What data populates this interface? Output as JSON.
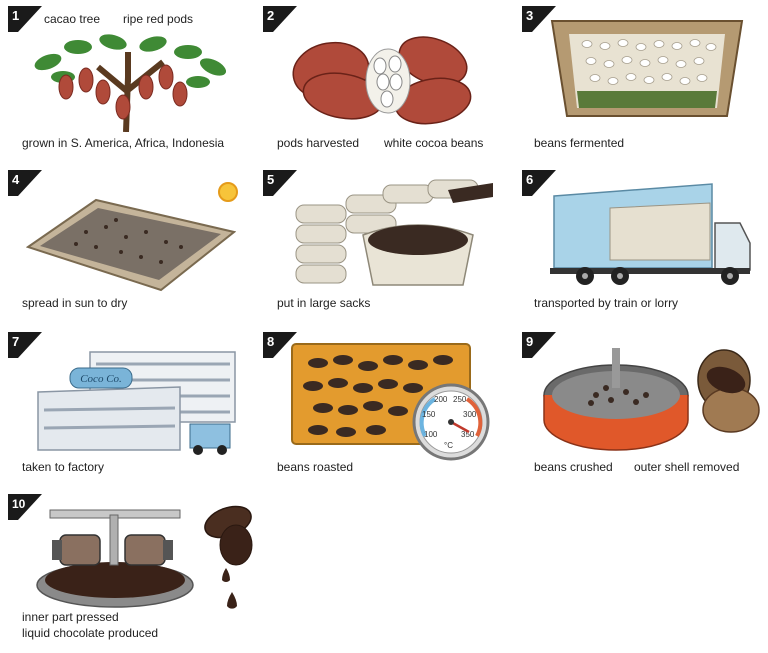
{
  "steps": [
    {
      "number": "1",
      "captions": [
        "cacao tree",
        "ripe red pods",
        "grown in S. America, Africa, Indonesia"
      ]
    },
    {
      "number": "2",
      "captions": [
        "pods harvested",
        "white cocoa beans"
      ]
    },
    {
      "number": "3",
      "captions": [
        "beans fermented"
      ]
    },
    {
      "number": "4",
      "captions": [
        "spread in sun to dry"
      ]
    },
    {
      "number": "5",
      "captions": [
        "put in large sacks"
      ]
    },
    {
      "number": "6",
      "captions": [
        "transported by train or lorry"
      ]
    },
    {
      "number": "7",
      "captions": [
        "taken to factory"
      ],
      "sign": "Coco Co."
    },
    {
      "number": "8",
      "captions": [
        "beans roasted"
      ],
      "gauge": [
        "100",
        "150",
        "200",
        "250",
        "300",
        "350",
        "°C"
      ]
    },
    {
      "number": "9",
      "captions": [
        "beans crushed",
        "outer shell removed"
      ]
    },
    {
      "number": "10",
      "captions": [
        "inner part pressed",
        "liquid chocolate produced"
      ]
    }
  ],
  "colors": {
    "badge": "#1a1a1a",
    "pod": "#b04a3a",
    "bean": "#3a2a22",
    "leaf": "#3f8a35",
    "truck": "#a9d3e8",
    "tray": "#e39b2e"
  }
}
